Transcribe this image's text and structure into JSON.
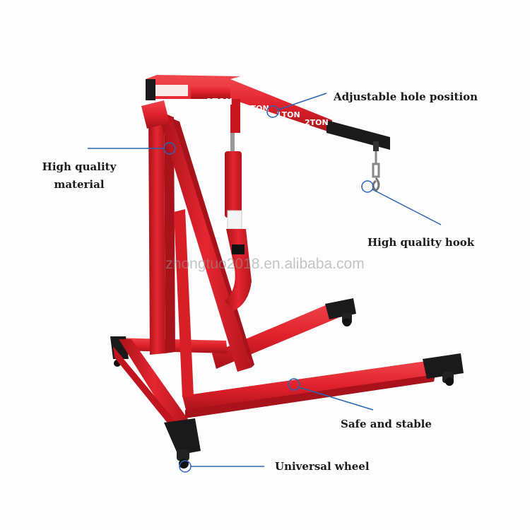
{
  "product": {
    "boom_labels": [
      "2TON",
      "1TON",
      "1TON",
      "2TON"
    ]
  },
  "callouts": {
    "adjustable_hole": "Adjustable hole position",
    "material_line1": "High quality",
    "material_line2": "material",
    "hook": "High quality hook",
    "stable": "Safe and stable",
    "wheel": "Universal wheel"
  },
  "watermark": "zhongtuo2018.en.alibaba.com",
  "colors": {
    "frame_red": "#e0212b",
    "frame_dark_red": "#b3151d",
    "wheel_black": "#1a1a1a",
    "callout_blue": "#2a64b4",
    "background": "#fdfdfd"
  }
}
